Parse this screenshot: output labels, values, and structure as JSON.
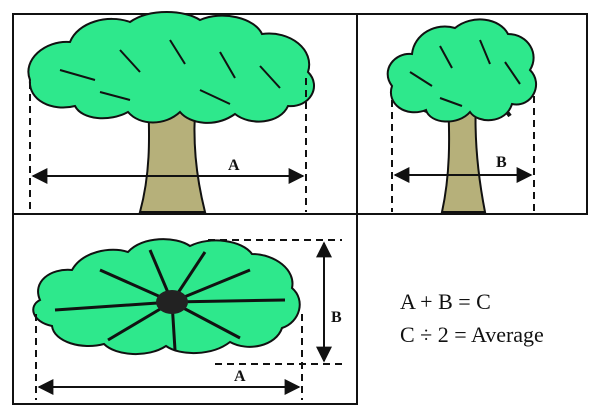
{
  "panels": {
    "side_view_wide": {
      "width_label": "A"
    },
    "side_view_narrow": {
      "width_label": "B"
    },
    "top_view": {
      "width_label": "A",
      "depth_label": "B"
    }
  },
  "formula": {
    "line1": "A + B = C",
    "line2": "C ÷ 2 = Average"
  },
  "colors": {
    "foliage": "#2ee88c",
    "trunk": "#b6b07a",
    "outline": "#111111",
    "center": "#222222"
  }
}
